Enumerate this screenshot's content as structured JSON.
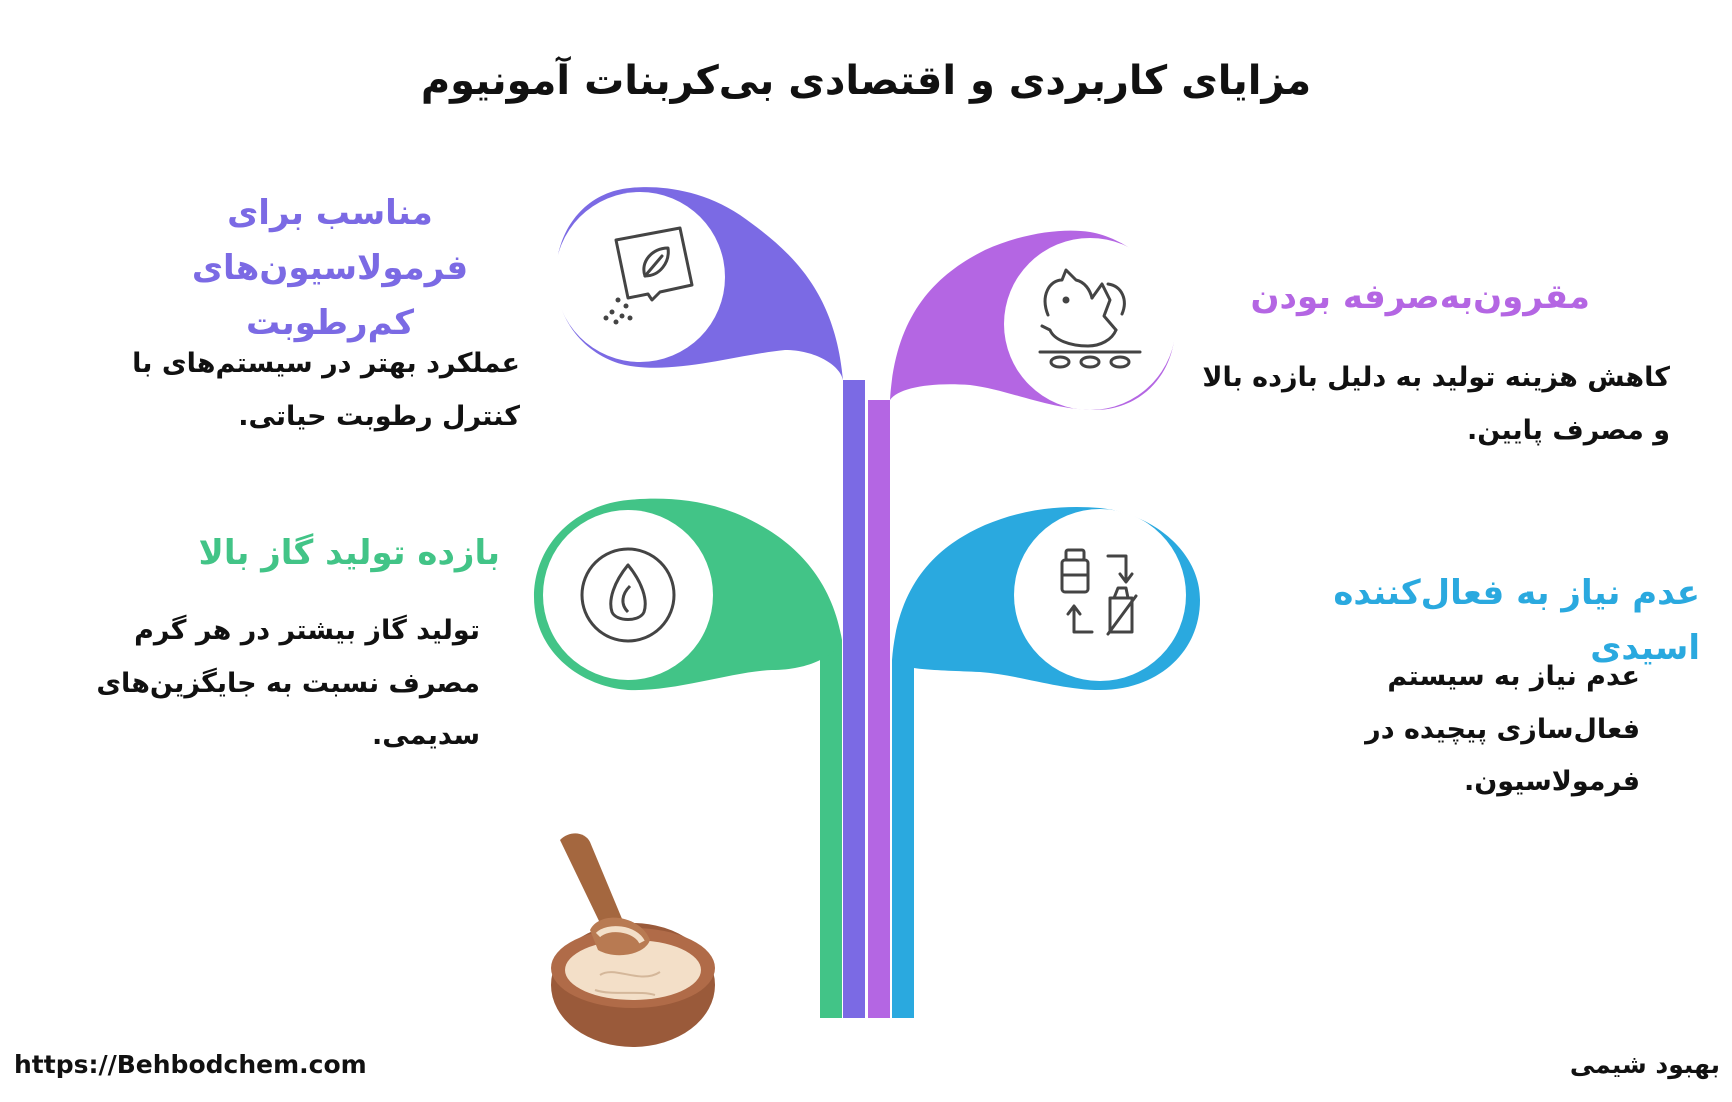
{
  "title": "مزایای کاربردی و اقتصادی بی‌کربنات آمونیوم",
  "colors": {
    "purple": "#7b6ae4",
    "violet": "#b466e3",
    "green": "#42c487",
    "blue": "#2aa9df",
    "text": "#111111"
  },
  "cards": [
    {
      "id": "low-humidity",
      "heading": "مناسب برای فرمولاسیون‌های کم‌رطوبت",
      "text": "عملکرد بهتر در سیستم‌های با کنترل رطوبت حیاتی.",
      "icon": "leaf-packet-icon",
      "color": "#7b6ae4"
    },
    {
      "id": "cost-effective",
      "heading": "مقرون‌به‌صرفه بودن",
      "text": "کاهش هزینه تولید به دلیل بازده بالا و مصرف پایین.",
      "icon": "piggy-bank-icon",
      "color": "#b466e3"
    },
    {
      "id": "gas-yield",
      "heading": "بازده تولید گاز بالا",
      "text": "تولید گاز بیشتر در هر گرم مصرف نسبت به جایگزین‌های سدیمی.",
      "icon": "flame-icon",
      "color": "#42c487"
    },
    {
      "id": "no-acid",
      "heading": "عدم نیاز به فعال‌کننده اسیدی",
      "text": "عدم نیاز به سیستم فعال‌سازی پیچیده در فرمولاسیون.",
      "icon": "exchange-bottles-icon",
      "color": "#2aa9df"
    }
  ],
  "footer": {
    "url": "https://Behbodchem.com",
    "brand": "بهبود شیمی"
  }
}
